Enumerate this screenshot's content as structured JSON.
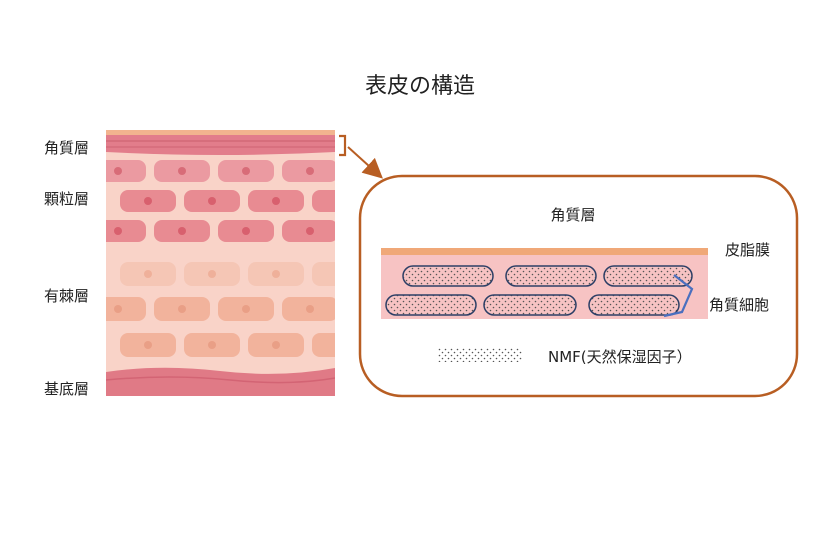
{
  "title": "表皮の構造",
  "layers": {
    "stratum_corneum": "角質層",
    "stratum_granulosum": "顆粒層",
    "stratum_spinosum": "有棘層",
    "stratum_basale": "基底層"
  },
  "detail": {
    "heading": "角質層",
    "sebum_membrane": "皮脂膜",
    "corneocyte": "角質細胞",
    "nmf_legend": "NMF(天然保湿因子）"
  },
  "colors": {
    "frame_border": "#b85e23",
    "sebum": "#f0a878",
    "corneum_band": "#f7c3c3",
    "bracket": "#4a6fbf",
    "basal": "#e07a86",
    "granular_cell": "#e88b92",
    "spinous_cell": "#f2b39c"
  }
}
